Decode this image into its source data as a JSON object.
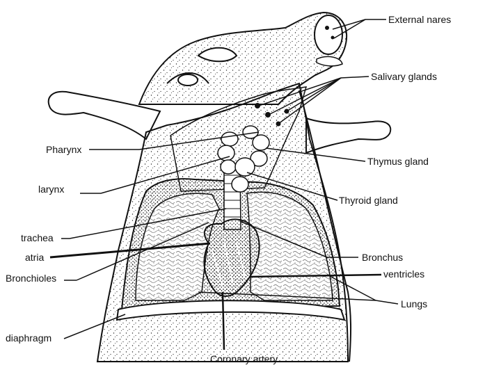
{
  "diagram": {
    "labels": {
      "external_nares": "External nares",
      "salivary_glands": "Salivary glands",
      "pharynx": "Pharynx",
      "thymus_gland": "Thymus gland",
      "larynx": "larynx",
      "thyroid_gland": "Thyroid gland",
      "trachea": "trachea",
      "atria": "atria",
      "bronchus": "Bronchus",
      "bronchioles": "Bronchioles",
      "ventricles": "ventricles",
      "lungs": "Lungs",
      "diaphragm": "diaphragm",
      "coronary_artery": "Coronary artery"
    }
  }
}
